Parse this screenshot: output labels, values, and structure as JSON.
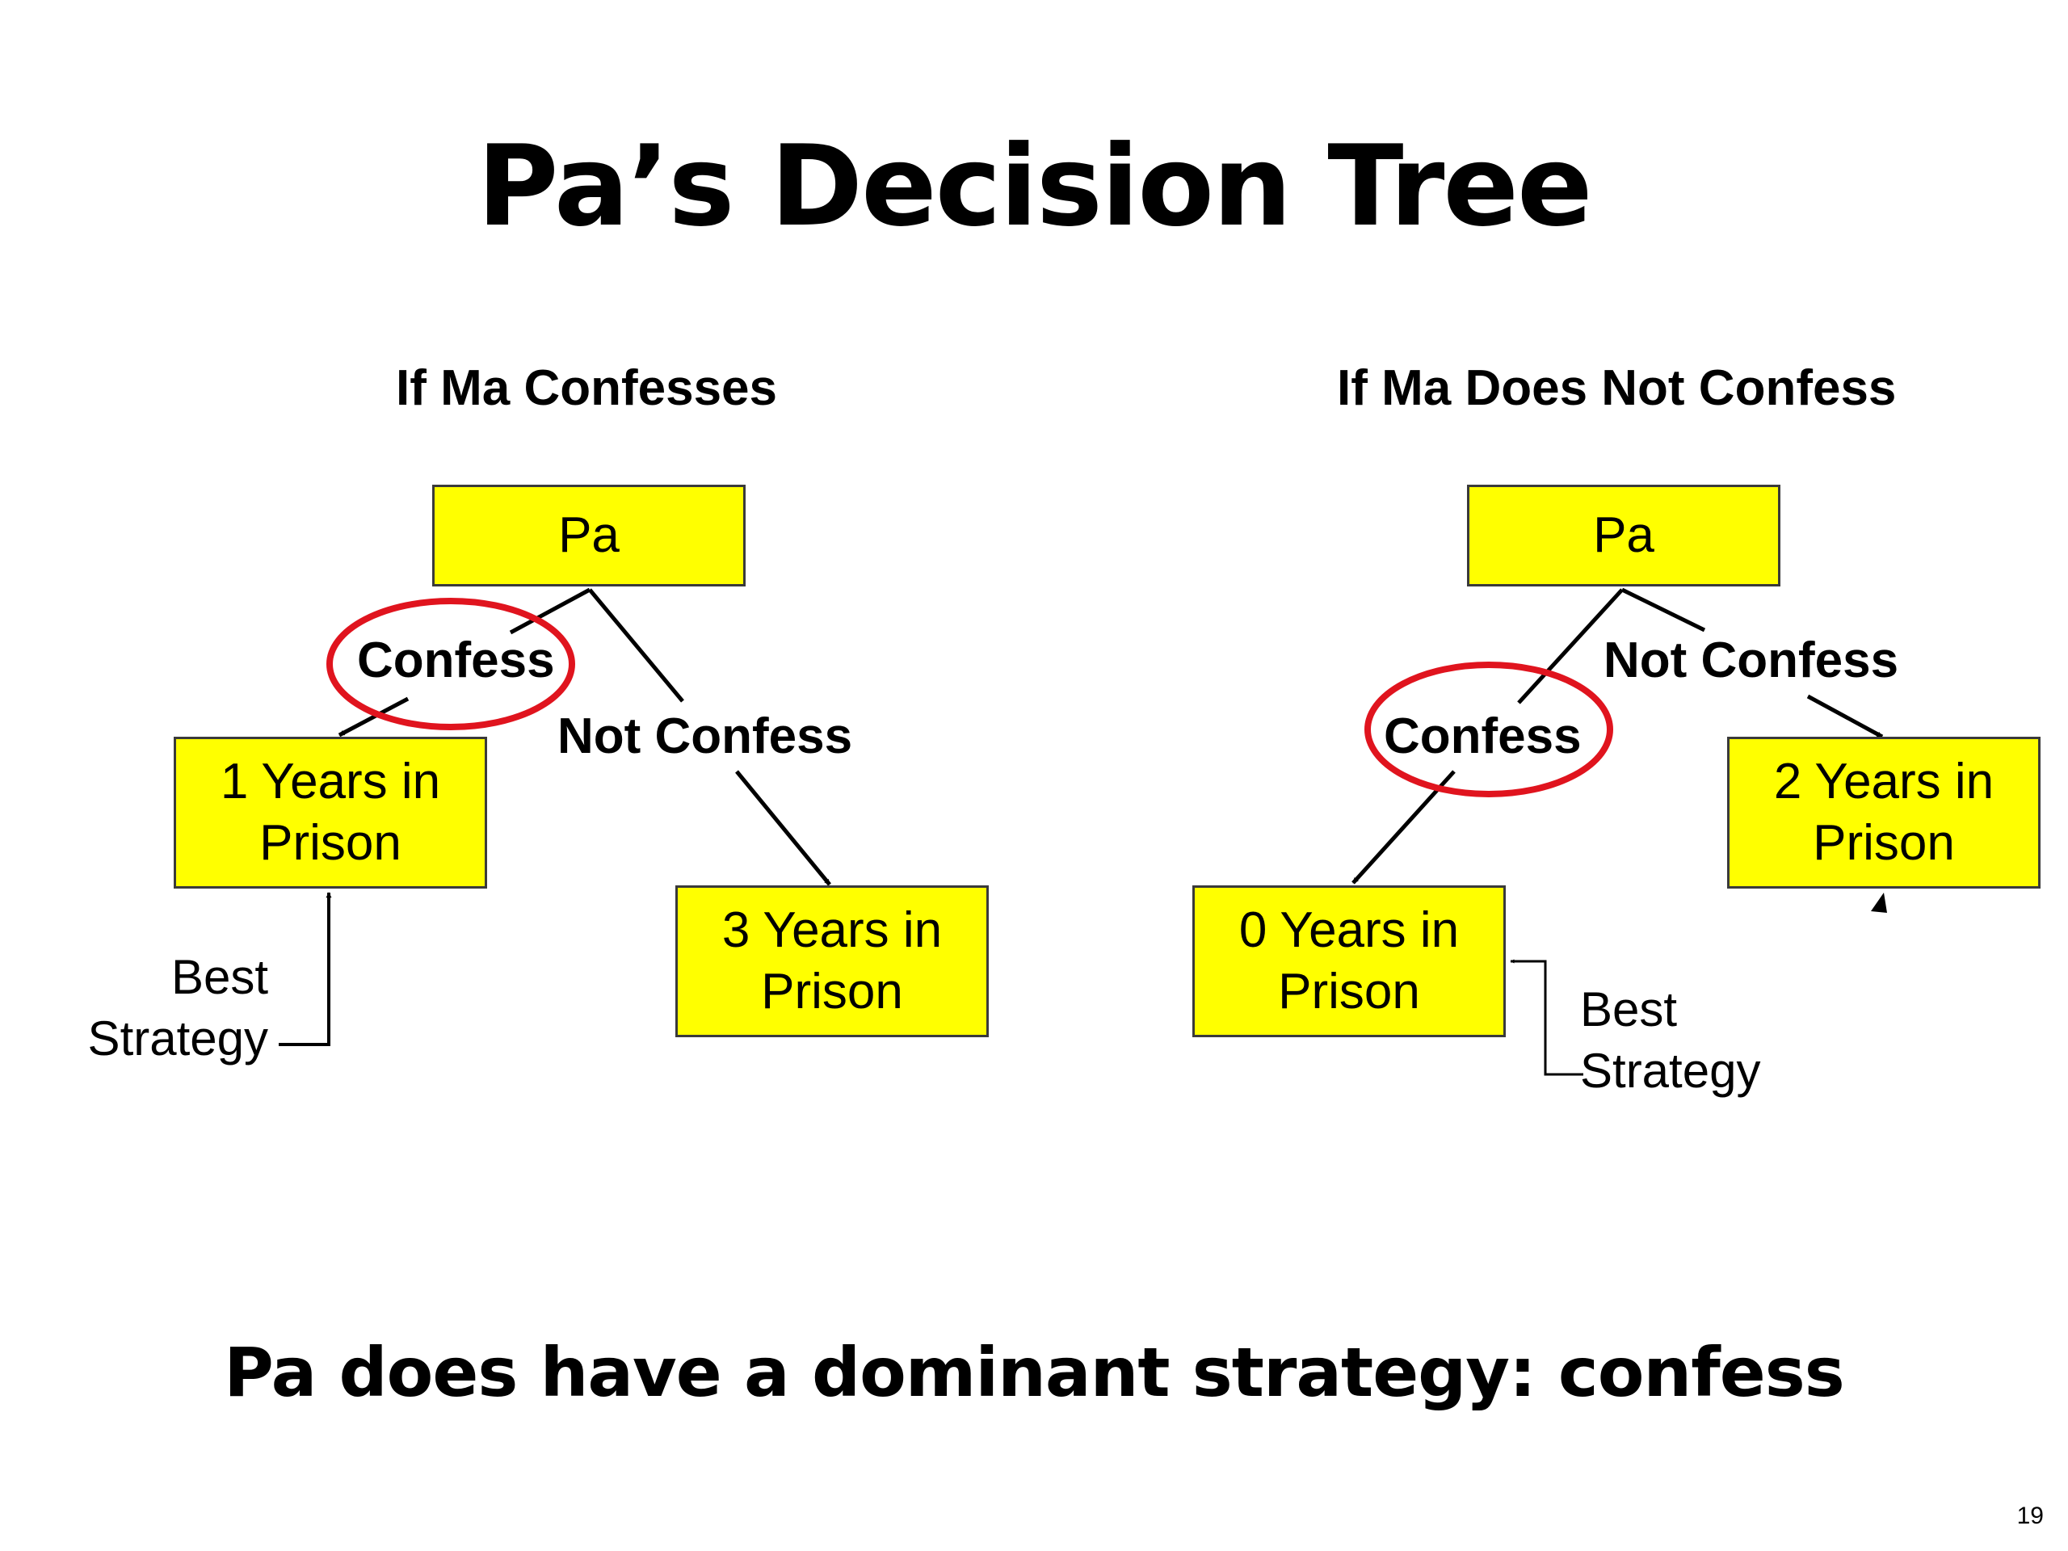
{
  "title": "Pa’s Decision Tree",
  "left_tree": {
    "heading": "If Ma Confesses",
    "root": "Pa",
    "confess_label": "Confess",
    "not_confess_label": "Not Confess",
    "confess_outcome": "1 Years in\nPrison",
    "not_confess_outcome": "3 Years in\nPrison",
    "note": "Best\nStrategy"
  },
  "right_tree": {
    "heading": "If Ma Does Not Confess",
    "root": "Pa",
    "confess_label": "Confess",
    "not_confess_label": "Not Confess",
    "confess_outcome": "0 Years in\nPrison",
    "not_confess_outcome": "2 Years in\nPrison",
    "note": "Best\nStrategy"
  },
  "conclusion": "Pa does have a dominant strategy: confess",
  "page_number": "19",
  "colors": {
    "box_fill": "#ffff00",
    "highlight_circle": "#e0141e"
  }
}
